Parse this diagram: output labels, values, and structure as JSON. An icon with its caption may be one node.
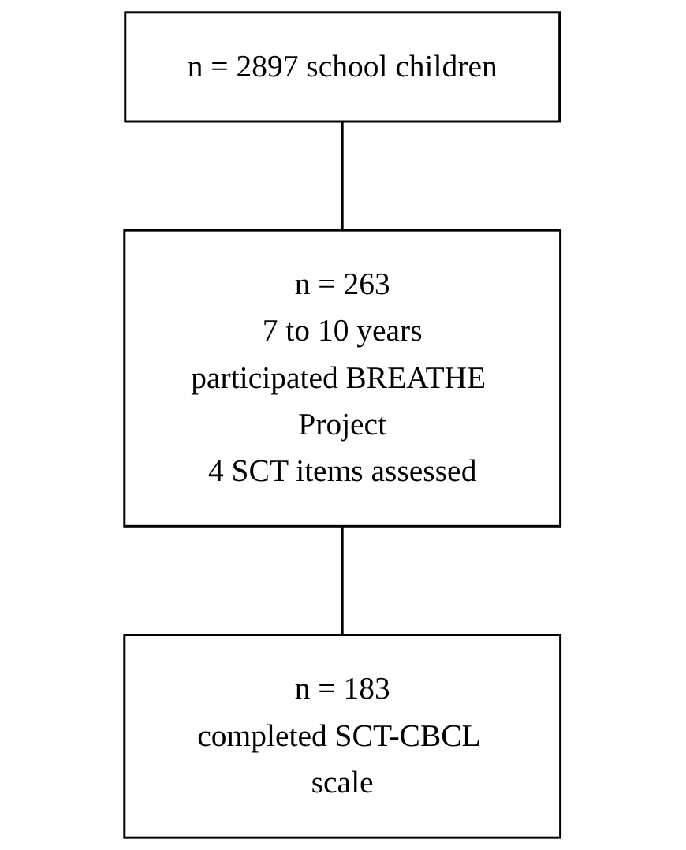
{
  "diagram": {
    "nodes": [
      {
        "text": [
          "n = 2897 school children"
        ]
      },
      {
        "text": [
          "n = 263",
          "7 to 10 years",
          "participated BREATHE Project",
          "4 SCT items assessed"
        ]
      },
      {
        "text": [
          "n = 183",
          "completed SCT-CBCL scale"
        ]
      }
    ],
    "edges": [
      {
        "from": 0,
        "to": 1,
        "arrow": "none"
      },
      {
        "from": 1,
        "to": 2,
        "arrow": "none"
      }
    ]
  }
}
